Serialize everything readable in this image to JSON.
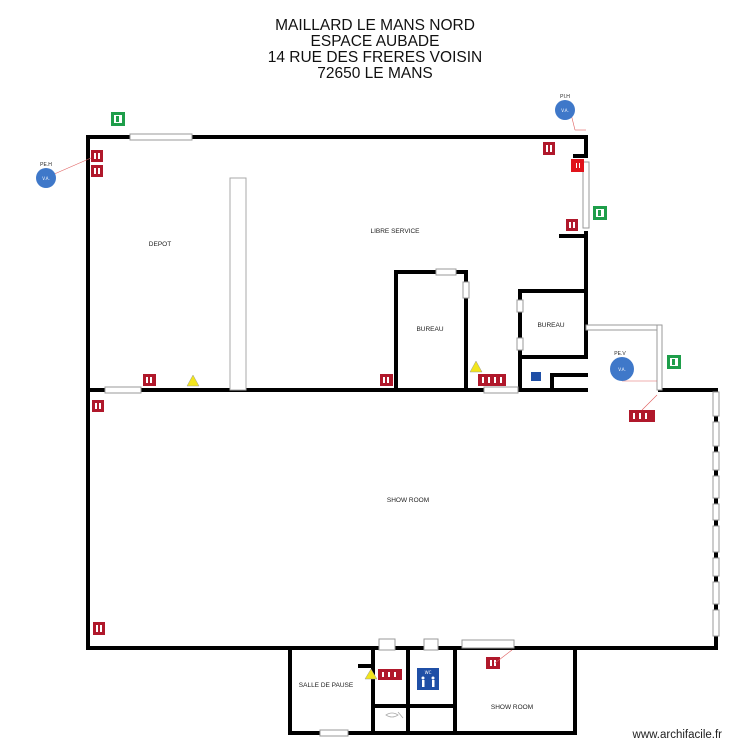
{
  "title": {
    "line1": "MAILLARD LE MANS NORD",
    "line2": "ESPACE AUBADE",
    "line3": "14 RUE DES FRERES VOISIN",
    "line4": "72650 LE MANS"
  },
  "rooms": {
    "depot": "DEPOT",
    "libre_service": "LIBRE SERVICE",
    "bureau_1": "BUREAU",
    "bureau_2": "BUREAU",
    "show_room_main": "SHOW ROOM",
    "salle_de_pause": "SALLE DE PAUSE",
    "show_room_small": "SHOW ROOM"
  },
  "markers": {
    "pe_h_left": "PE.H",
    "pi_h_top": "PI.H",
    "pe_v": "PE.V",
    "wc_label": "WC"
  },
  "watermark": "www.archifacile.fr",
  "colors": {
    "wall": "#000000",
    "window": "#b9b9b9",
    "fire_equipment": "#b0182b",
    "exit_sign": "#1e9e4a",
    "marker_blue": "#3f78c9",
    "warning": "#f2e51c",
    "wc_sign": "#1f4fa6"
  },
  "icons": [
    "fire-extinguisher-icon",
    "emergency-exit-icon",
    "electrical-hazard-icon",
    "accessible-wc-icon",
    "ventilation-icon"
  ]
}
